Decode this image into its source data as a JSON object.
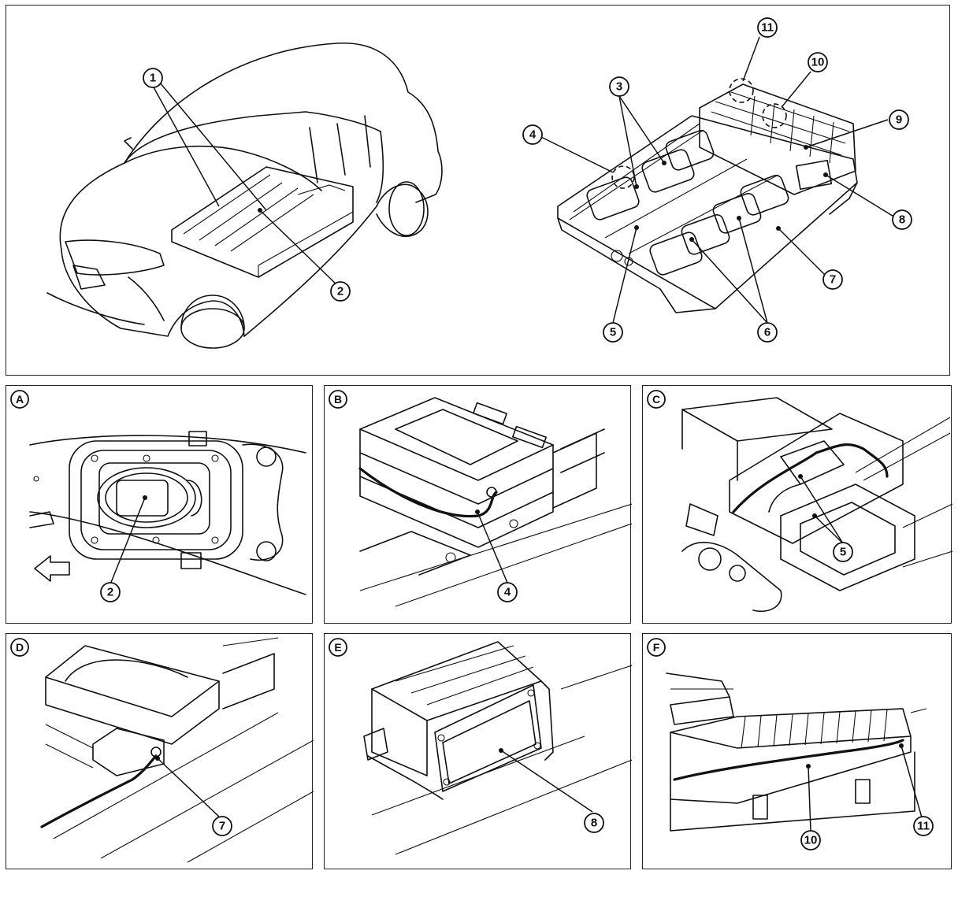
{
  "callouts": {
    "c1": "1",
    "c2": "2",
    "c3": "3",
    "c4": "4",
    "c5": "5",
    "c6": "6",
    "c7": "7",
    "c8": "8",
    "c9": "9",
    "c10": "10",
    "c11": "11"
  },
  "panels": {
    "A": {
      "label": "A",
      "callouts": [
        "2"
      ]
    },
    "B": {
      "label": "B",
      "callouts": [
        "4"
      ]
    },
    "C": {
      "label": "C",
      "callouts": [
        "5"
      ]
    },
    "D": {
      "label": "D",
      "callouts": [
        "7"
      ]
    },
    "E": {
      "label": "E",
      "callouts": [
        "8"
      ]
    },
    "F": {
      "label": "F",
      "callouts": [
        "10",
        "11"
      ]
    }
  },
  "icons": {
    "direction_arrow": "front-direction-arrow-icon"
  }
}
